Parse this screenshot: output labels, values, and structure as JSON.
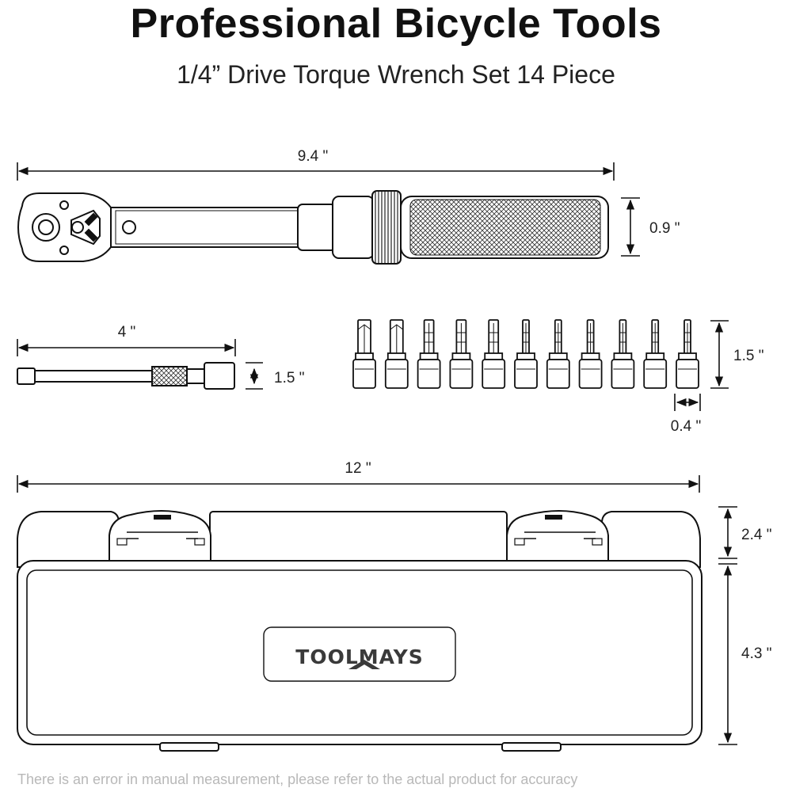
{
  "title": "Professional Bicycle Tools",
  "subtitle": "1/4” Drive Torque Wrench Set 14 Piece",
  "dimensions": {
    "wrench_length": "9.4 \"",
    "wrench_height": "0.9 \"",
    "extension_length": "4 \"",
    "extension_height": "1.5 \"",
    "bits_height": "1.5 \"",
    "bit_width": "0.4 \"",
    "case_length": "12 \"",
    "case_lid_height": "2.4 \"",
    "case_body_height": "4.3 \""
  },
  "case_brand": "TOOLMAYS",
  "disclaimer": "There is an error in manual measurement, please refer to the actual product for accuracy"
}
